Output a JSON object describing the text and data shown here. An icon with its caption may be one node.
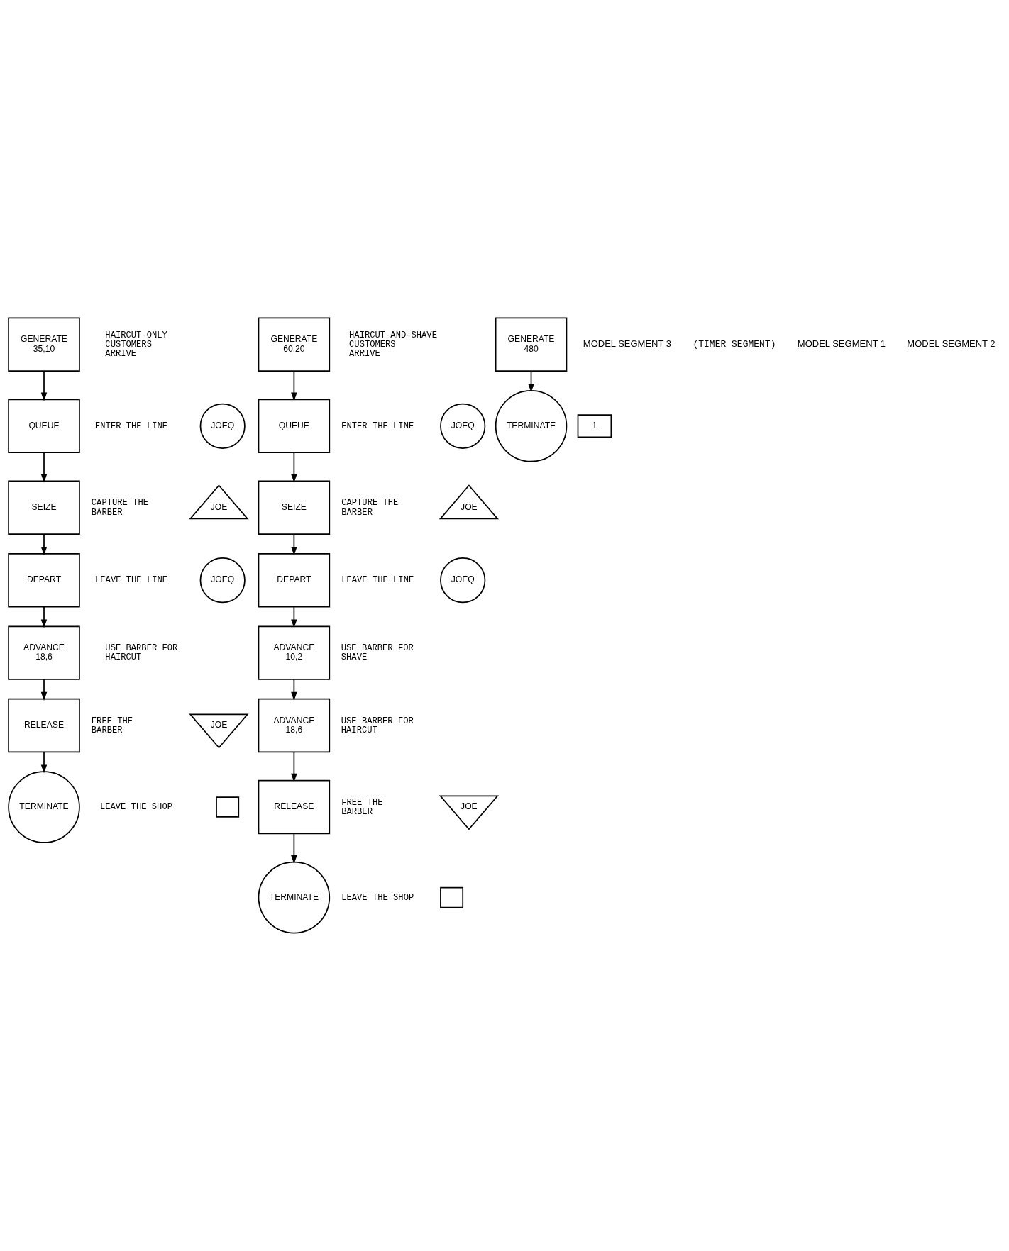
{
  "diagram": {
    "nodes": [
      {
        "text": [
          "GENERATE",
          "35,10"
        ],
        "beside": [
          "HAIRCUT-ONLY CUSTOMERS ARRIVE"
        ]
      },
      {
        "text": [
          "QUEUE"
        ],
        "beside": [
          "ENTER THE LINE"
        ]
      },
      {
        "text": [
          "JOEQ"
        ]
      },
      {
        "text": [
          "SEIZE"
        ],
        "beside": [
          "CAPTURE THE BARBER"
        ]
      },
      {
        "text": [
          "JOE"
        ]
      },
      {
        "text": [
          "DEPART"
        ],
        "beside": [
          "LEAVE THE LINE"
        ]
      },
      {
        "text": [
          "JOEQ"
        ]
      },
      {
        "text": [
          "ADVANCE",
          "18,6"
        ],
        "beside": [
          "USE BARBER FOR HAIRCUT"
        ]
      },
      {
        "text": [
          "RELEASE"
        ],
        "beside": [
          "FREE THE BARBER"
        ]
      },
      {
        "text": [
          "JOE"
        ]
      },
      {
        "text": [
          "TERMINATE"
        ],
        "beside": [
          "LEAVE THE SHOP"
        ]
      },
      {
        "text": [],
        "shape": "box"
      },
      {
        "text": [
          "GENERATE",
          "60,20"
        ],
        "beside": [
          "HAIRCUT-AND-SHAVE CUSTOMERS ARRIVE"
        ]
      },
      {
        "text": [
          "QUEUE"
        ],
        "beside": [
          "ENTER THE LINE"
        ]
      },
      {
        "text": [
          "JOEQ"
        ]
      },
      {
        "text": [
          "SEIZE"
        ],
        "beside": [
          "CAPTURE THE BARBER"
        ]
      },
      {
        "text": [
          "JOE"
        ]
      },
      {
        "text": [
          "DEPART"
        ],
        "beside": [
          "LEAVE THE LINE"
        ]
      },
      {
        "text": [
          "JOEQ"
        ]
      },
      {
        "text": [
          "ADVANCE",
          "10,2"
        ],
        "beside": [
          "USE BARBER FOR SHAVE"
        ]
      },
      {
        "text": [
          "ADVANCE",
          "18,6"
        ],
        "beside": [
          "USE BARBER FOR HAIRCUT"
        ]
      },
      {
        "text": [
          "RELEASE"
        ],
        "beside": [
          "FREE THE BARBER"
        ]
      },
      {
        "text": [
          "JOE"
        ]
      },
      {
        "text": [
          "TERMINATE"
        ],
        "beside": [
          "LEAVE THE SHOP"
        ]
      },
      {
        "text": [],
        "shape": "box"
      },
      {
        "text": [
          "GENERATE",
          "480"
        ]
      },
      {
        "text": [
          "TERMINATE"
        ]
      },
      {
        "text": [
          "1"
        ]
      }
    ],
    "edges": [
      {
        "from": 0,
        "to": 1,
        "arrow": "to"
      },
      {
        "from": 1,
        "to": 3,
        "arrow": "to"
      },
      {
        "from": 3,
        "to": 5,
        "arrow": "to"
      },
      {
        "from": 5,
        "to": 7,
        "arrow": "to"
      },
      {
        "from": 7,
        "to": 8,
        "arrow": "to"
      },
      {
        "from": 8,
        "to": 10,
        "arrow": "to"
      },
      {
        "from": 12,
        "to": 13,
        "arrow": "to"
      },
      {
        "from": 13,
        "to": 15,
        "arrow": "to"
      },
      {
        "from": 15,
        "to": 17,
        "arrow": "to"
      },
      {
        "from": 17,
        "to": 19,
        "arrow": "to"
      },
      {
        "from": 19,
        "to": 20,
        "arrow": "to"
      },
      {
        "from": 20,
        "to": 21,
        "arrow": "to"
      },
      {
        "from": 21,
        "to": 23,
        "arrow": "to"
      },
      {
        "from": 25,
        "to": 26,
        "arrow": "to"
      }
    ],
    "labels": [
      "MODEL SEGMENT 3",
      "(TIMER SEGMENT)",
      "MODEL SEGMENT 1",
      "MODEL SEGMENT 2"
    ]
  }
}
